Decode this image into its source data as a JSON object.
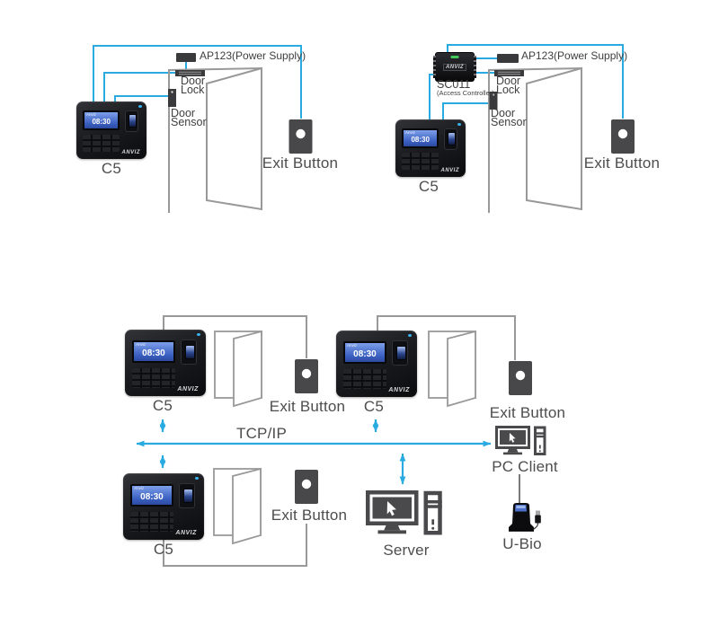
{
  "colors": {
    "accent_cyan": "#29ABE2",
    "wire_gray": "#999999",
    "icon_dark": "#4a4a4c"
  },
  "device_c5": {
    "brand": "ANVIZ",
    "screen_title": "Anviz",
    "screen_time": "08:30"
  },
  "access_diagram_left": {
    "device_label": "C5",
    "power_supply": "AP123(Power Supply)",
    "door_lock": [
      "Door",
      "Lock"
    ],
    "door_sensor": [
      "Door",
      "Sensor"
    ],
    "exit_button": "Exit Button"
  },
  "access_diagram_right": {
    "device_label": "C5",
    "controller": "SC011",
    "controller_sub": "(Access Controller)",
    "power_supply": "AP123(Power Supply)",
    "door_lock": [
      "Door",
      "Lock"
    ],
    "door_sensor": [
      "Door",
      "Sensor"
    ],
    "exit_button": "Exit Button"
  },
  "network_diagram": {
    "protocol": "TCP/IP",
    "device_labels": [
      "C5",
      "C5",
      "C5"
    ],
    "exit_buttons": [
      "Exit Button",
      "Exit Button",
      "Exit Button"
    ],
    "pc_client": "PC Client",
    "server": "Server",
    "fingerprint_reader": "U-Bio"
  }
}
